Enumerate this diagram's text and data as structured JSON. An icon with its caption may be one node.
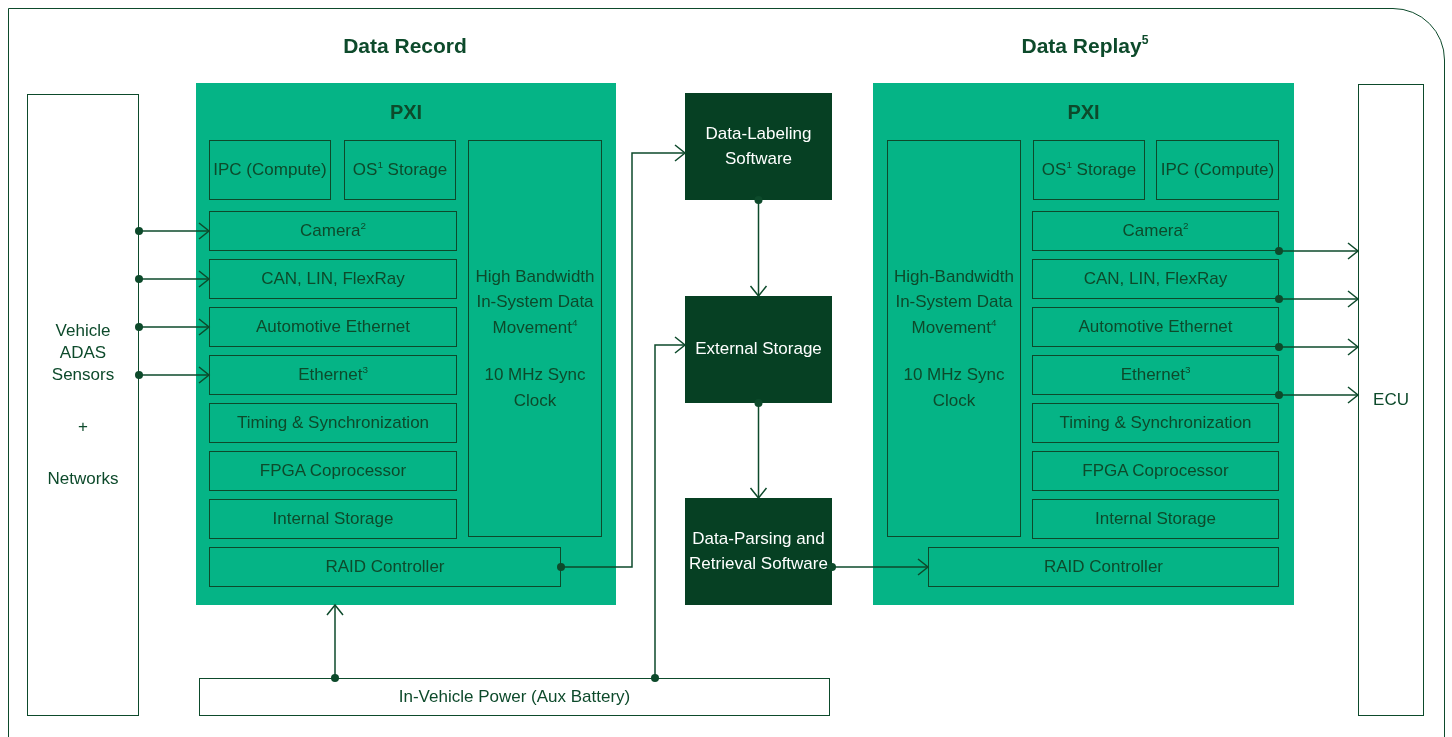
{
  "diagram": {
    "nodes": [
      {
        "text": [
          "Vehicle ADAS Sensors",
          "+",
          "Networks"
        ]
      },
      {
        "text": [
          "PXI"
        ]
      },
      {
        "text": [
          "IPC (Compute)"
        ],
        "in": 1
      },
      {
        "text": [
          "OS$^{1}$ Storage"
        ],
        "in": 1
      },
      {
        "text": [
          "Camera$^{2}$"
        ],
        "in": 1
      },
      {
        "text": [
          "CAN,  LIN, FlexRay"
        ],
        "in": 1
      },
      {
        "text": [
          "Automotive Ethernet"
        ],
        "in": 1
      },
      {
        "text": [
          "Ethernet$^{3}$"
        ],
        "in": 1
      },
      {
        "text": [
          "Timing & Synchronization"
        ],
        "in": 1
      },
      {
        "text": [
          "FPGA Coprocessor"
        ],
        "in": 1
      },
      {
        "text": [
          "Internal Storage"
        ],
        "in": 1
      },
      {
        "text": [
          "High Bandwidth In-System Data Movement$^{4}$",
          "10 MHz Sync Clock"
        ],
        "in": 1
      },
      {
        "text": [
          "RAID Controller"
        ],
        "in": 1
      },
      {
        "text": [
          "Data-Labeling Software"
        ]
      },
      {
        "text": [
          "External Storage"
        ]
      },
      {
        "text": [
          "Data-Parsing and Retrieval Software"
        ]
      },
      {
        "text": [
          "PXI"
        ]
      },
      {
        "text": [
          "High-Bandwidth In-System Data Movement$^{4}$",
          "10 MHz Sync Clock"
        ],
        "in": 16
      },
      {
        "text": [
          "OS$^{1}$ Storage"
        ],
        "in": 16
      },
      {
        "text": [
          "IPC (Compute)"
        ],
        "in": 16
      },
      {
        "text": [
          "Camera$^{2}$"
        ],
        "in": 16
      },
      {
        "text": [
          "CAN,  LIN, FlexRay"
        ],
        "in": 16
      },
      {
        "text": [
          "Automotive Ethernet"
        ],
        "in": 16
      },
      {
        "text": [
          "Ethernet$^{3}$"
        ],
        "in": 16
      },
      {
        "text": [
          "Timing & Synchronization"
        ],
        "in": 16
      },
      {
        "text": [
          "FPGA Coprocessor"
        ],
        "in": 16
      },
      {
        "text": [
          "Internal Storage"
        ],
        "in": 16
      },
      {
        "text": [
          "RAID Controller"
        ],
        "in": 16
      },
      {
        "text": [
          "ECU"
        ]
      },
      {
        "text": [
          "In-Vehicle Power (Aux Battery)"
        ]
      }
    ],
    "edges": [
      {
        "from": 0,
        "to": 4,
        "arrow": "to"
      },
      {
        "from": 0,
        "to": 5,
        "arrow": "to"
      },
      {
        "from": 0,
        "to": 6,
        "arrow": "to"
      },
      {
        "from": 0,
        "to": 7,
        "arrow": "to"
      },
      {
        "from": 12,
        "to": 13,
        "arrow": "to"
      },
      {
        "from": 13,
        "to": 14,
        "arrow": "to"
      },
      {
        "from": 14,
        "to": 15,
        "arrow": "to"
      },
      {
        "from": 15,
        "to": 27,
        "arrow": "to"
      },
      {
        "from": 29,
        "to": 1,
        "arrow": "to"
      },
      {
        "from": 29,
        "to": 14,
        "arrow": "to"
      },
      {
        "from": 20,
        "to": 28,
        "arrow": "to"
      },
      {
        "from": 21,
        "to": 28,
        "arrow": "to"
      },
      {
        "from": 22,
        "to": 28,
        "arrow": "to"
      },
      {
        "from": 23,
        "to": 28,
        "arrow": "to"
      }
    ],
    "labels": [
      "Data Record",
      "Data Replay$^{5}$"
    ]
  }
}
